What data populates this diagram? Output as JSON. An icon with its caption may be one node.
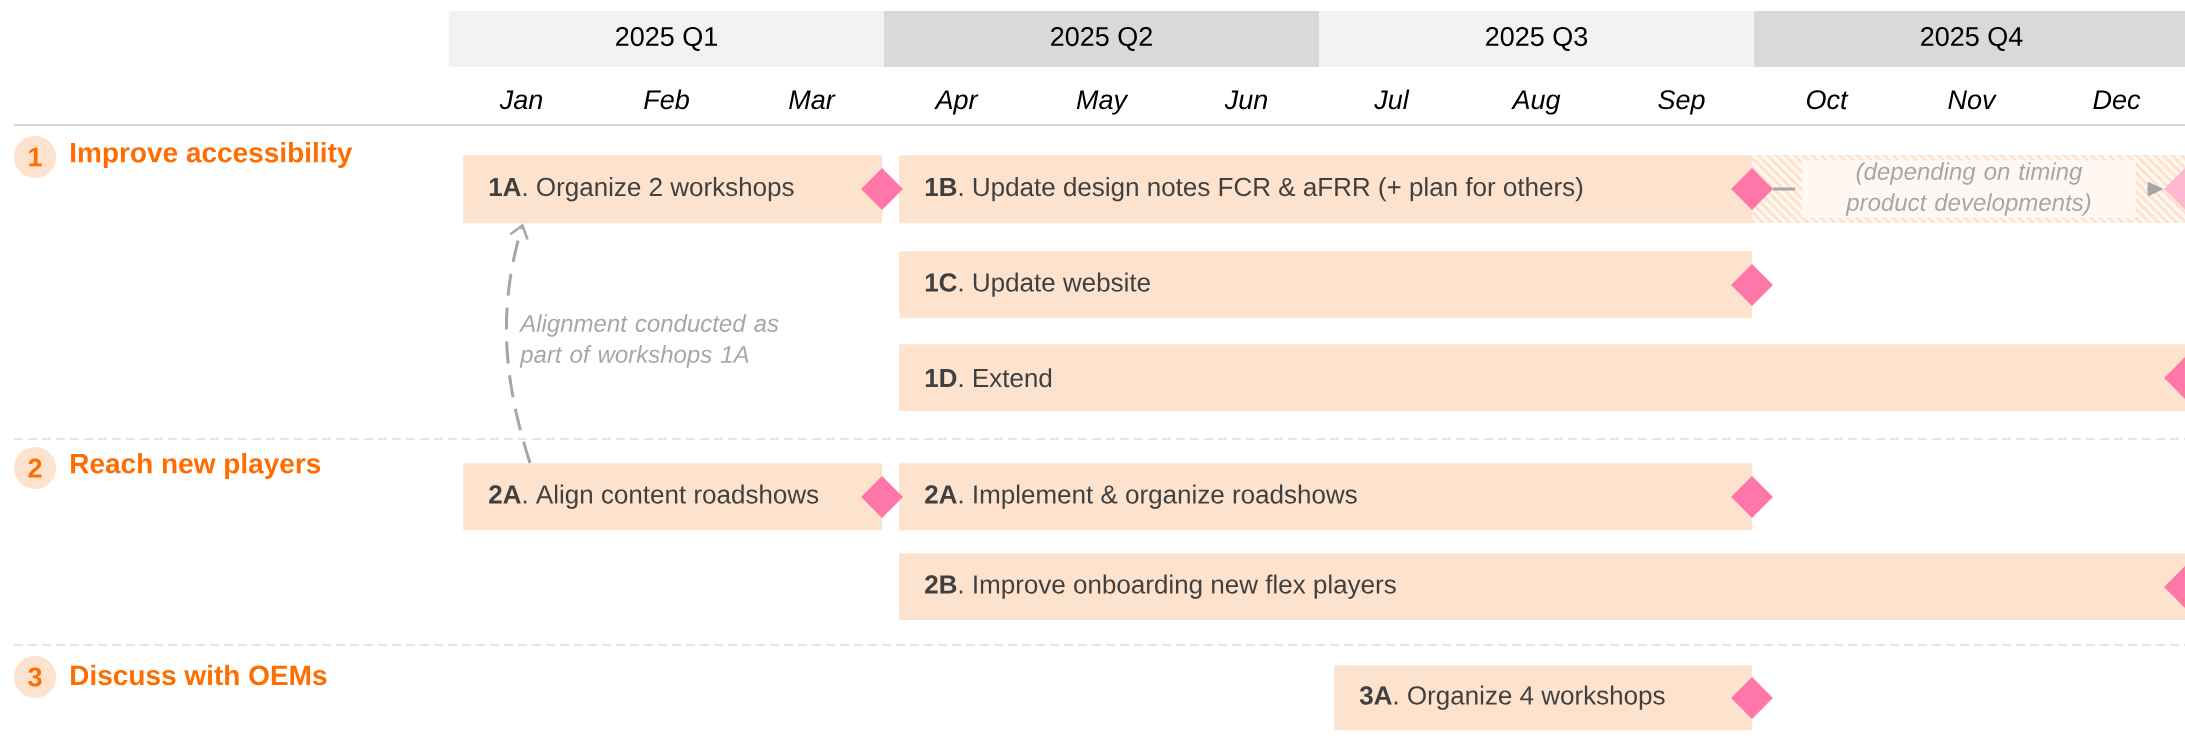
{
  "diagram": {
    "nodes": [
      {
        "text": [
          "2025 Q1"
        ]
      },
      {
        "text": [
          "2025 Q2"
        ]
      },
      {
        "text": [
          "2025 Q3"
        ]
      },
      {
        "text": [
          "2025 Q4"
        ]
      },
      {
        "text": [
          "1"
        ],
        "beside": [
          "Improve accessibility"
        ]
      },
      {
        "text": [
          "**1A**. Organize 2 workshops"
        ]
      },
      {
        "text": [],
        "shape": "diamond"
      },
      {
        "text": [
          "**1B**. Update design notes FCR & aFRR (+ plan for others)"
        ]
      },
      {
        "text": [],
        "shape": "diamond"
      },
      {
        "text": [],
        "shape": "diamond"
      },
      {
        "text": [
          "**1C**. Update website"
        ]
      },
      {
        "text": [],
        "shape": "diamond"
      },
      {
        "text": [
          "**1D**. Extend"
        ]
      },
      {
        "text": [],
        "shape": "diamond"
      },
      {
        "text": [
          "2"
        ],
        "beside": [
          "Reach new players"
        ]
      },
      {
        "text": [
          "**2A**. Align content roadshows"
        ]
      },
      {
        "text": [],
        "shape": "diamond"
      },
      {
        "text": [
          "**2A**. Implement & organize roadshows"
        ]
      },
      {
        "text": [],
        "shape": "diamond"
      },
      {
        "text": [
          "**2B**. Improve onboarding new flex players"
        ]
      },
      {
        "text": [],
        "shape": "diamond"
      },
      {
        "text": [
          "3"
        ],
        "beside": [
          "Discuss with OEMs"
        ]
      },
      {
        "text": [
          "**3A**. Organize 4 workshops"
        ]
      },
      {
        "text": [],
        "shape": "diamond"
      }
    ],
    "edges": [
      {
        "from": 8,
        "to": 9,
        "arrow": "to",
        "style": "dashed",
        "label": "(depending on timing product developments)"
      },
      {
        "from": 15,
        "to": 5,
        "arrow": "to",
        "style": "dashed",
        "label": "Alignment conducted as part of workshops 1A"
      }
    ],
    "labels": [
      "Jan",
      "Feb",
      "Mar",
      "Apr",
      "May",
      "Jun",
      "Jul",
      "Aug",
      "Sep",
      "Oct",
      "Nov",
      "Dec"
    ]
  }
}
